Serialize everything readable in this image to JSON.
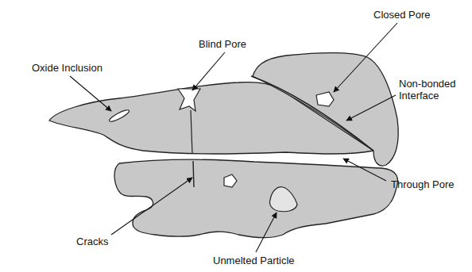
{
  "diagram": {
    "labels": [
      "Closed Pore",
      "Blind Pore",
      "Oxide Inclusion",
      "Non-bonded Interface",
      "Through Pore",
      "Cracks",
      "Unmelted Particle"
    ]
  }
}
